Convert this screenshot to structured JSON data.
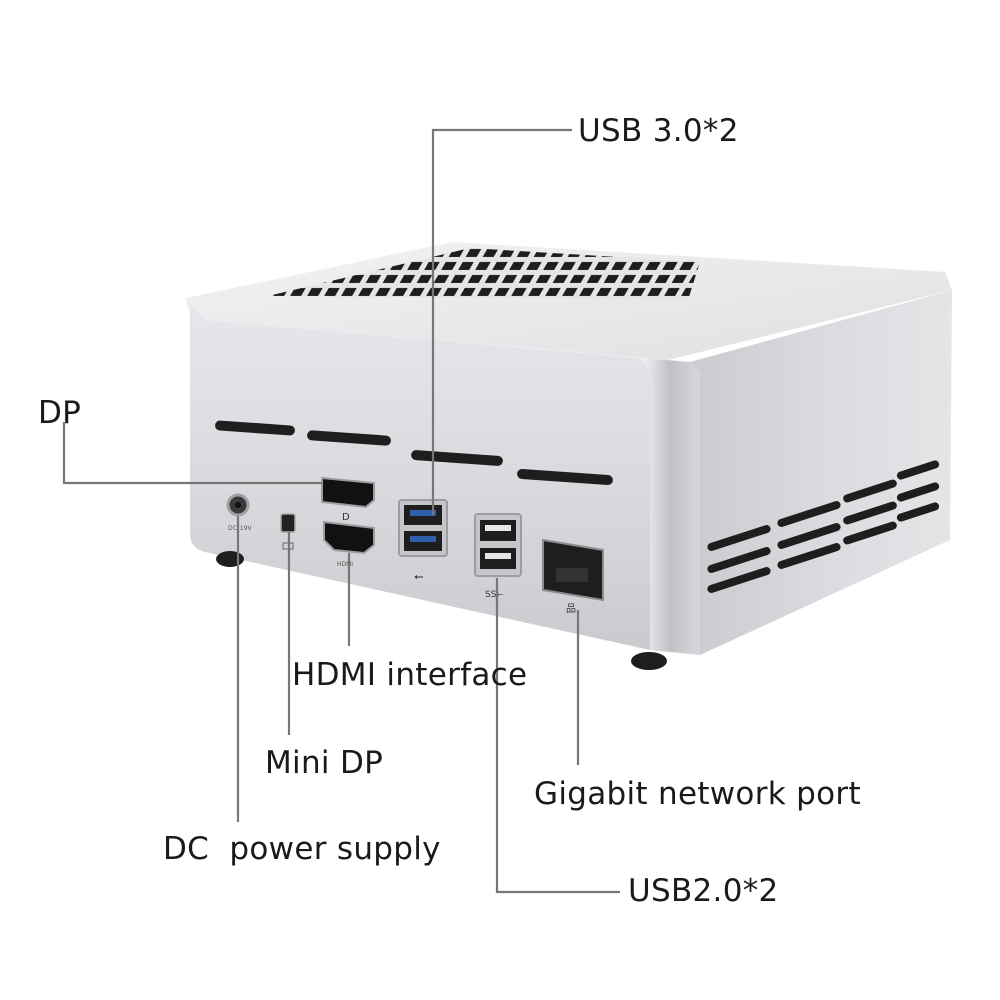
{
  "labels": {
    "usb30": "USB 3.0*2",
    "dp": "DP",
    "hdmi": "HDMI interface",
    "mini_dp": "Mini DP",
    "gigabit": "Gigabit network port",
    "dc_power": "DC  power supply",
    "usb20": "USB2.0*2"
  },
  "port_marks": {
    "dc": "DC_19V",
    "hdmi": "HDMI"
  },
  "colors": {
    "leader_line": "#777777",
    "case_front": "#dcdde0",
    "case_side": "#cfd1d4",
    "case_top": "#e8e9eb",
    "vent": "#1e1e1e"
  },
  "icons": {
    "dp_port": "displayport-icon",
    "usb_port": "usb-trident-icon",
    "usb3_port": "usb-ss-icon",
    "network_port": "network-icon"
  }
}
